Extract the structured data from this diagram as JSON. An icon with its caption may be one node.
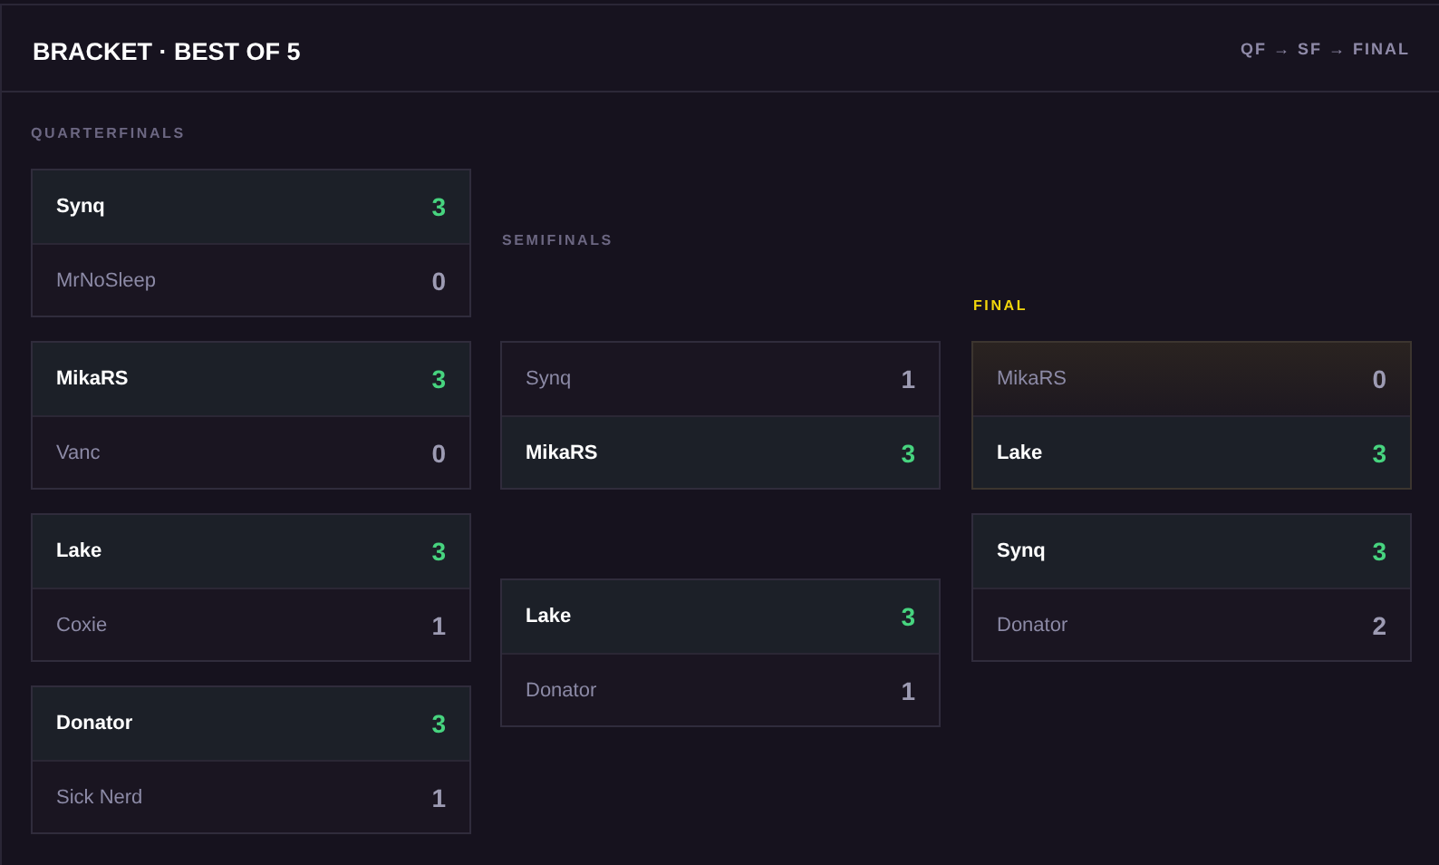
{
  "diagram": {
    "title": "BRACKET · BEST OF 5",
    "nodes": [
      {
        "text": [],
        "shape": "box"
      },
      {
        "text": [
          "Synq",
          "3"
        ],
        "in": 0
      },
      {
        "text": [
          "MrNoSleep",
          "0"
        ],
        "in": 0
      },
      {
        "text": [],
        "shape": "box"
      },
      {
        "text": [
          "MikaRS",
          "3"
        ],
        "in": 3
      },
      {
        "text": [
          "Vanc",
          "0"
        ],
        "in": 3
      },
      {
        "text": [],
        "shape": "box"
      },
      {
        "text": [
          "Lake",
          "3"
        ],
        "in": 6
      },
      {
        "text": [
          "Coxie",
          "1"
        ],
        "in": 6
      },
      {
        "text": [],
        "shape": "box"
      },
      {
        "text": [
          "Donator",
          "3"
        ],
        "in": 9
      },
      {
        "text": [
          "Sick Nerd",
          "1"
        ],
        "in": 9
      },
      {
        "text": [],
        "shape": "box"
      },
      {
        "text": [
          "Synq",
          "1"
        ],
        "in": 12
      },
      {
        "text": [
          "MikaRS",
          "3"
        ],
        "in": 12
      },
      {
        "text": [],
        "shape": "box"
      },
      {
        "text": [
          "Lake",
          "3"
        ],
        "in": 15
      },
      {
        "text": [
          "Donator",
          "1"
        ],
        "in": 15
      },
      {
        "text": [],
        "shape": "box"
      },
      {
        "text": [
          "MikaRS",
          "0"
        ],
        "in": 18
      },
      {
        "text": [
          "Lake",
          "3"
        ],
        "in": 18
      },
      {
        "text": [],
        "shape": "box"
      },
      {
        "text": [
          "Synq",
          "3"
        ],
        "in": 21
      },
      {
        "text": [
          "Donator",
          "2"
        ],
        "in": 21
      }
    ],
    "labels": [
      "QF → SF → FINAL",
      "QUARTERFINALS",
      "SEMIFINALS",
      "FINAL"
    ]
  }
}
